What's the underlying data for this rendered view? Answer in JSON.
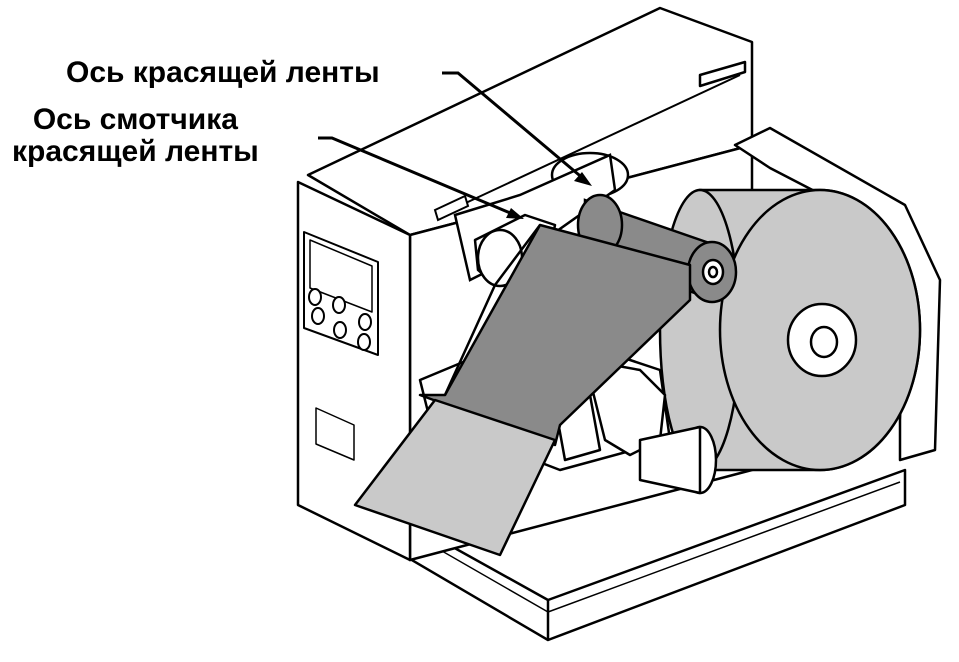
{
  "labels": {
    "ribbon_supply_axis": "Ось красящей ленты",
    "ribbon_takeup_axis_line1": "Ось смотчика",
    "ribbon_takeup_axis_line2": "красящей ленты"
  },
  "colors": {
    "outline": "#000000",
    "body": "#ffffff",
    "ribbon": "#8a8a8a",
    "ribbon_roll": "#8a8a8a",
    "media_roll": "#c9c9c9",
    "media_sheet": "#c9c9c9"
  }
}
